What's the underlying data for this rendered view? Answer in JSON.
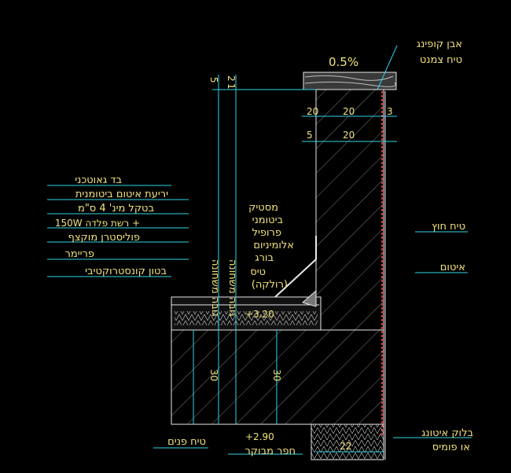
{
  "slope": "0.5%",
  "labels_top_right": [
    "אבן קופינג",
    "טיח צמנט"
  ],
  "labels_left": [
    "בד גאוטכני",
    "יריעת איטום ביטומנית",
    "בטקל מינ' 4 ס\"מ",
    "150W רשת פלדה +",
    "פוליסטרן מוקצף",
    "פריימר",
    "בטון קונסטרוקטיבי"
  ],
  "labels_flashing": [
    "מסטיק",
    "ביטומני",
    "פרופיל",
    "אלומיניום",
    "בורג",
    "טיס",
    "(רולקה)"
  ],
  "labels_right": [
    "טיח חוץ",
    "איטום"
  ],
  "labels_vertical": [
    "גובה משחונה",
    "גובה משחונה"
  ],
  "labels_bottom": [
    "טיח פנים",
    "חפר מבוקר",
    "בלוק איטונג",
    "או פומיס"
  ],
  "dims": {
    "top_left_a": "5",
    "top_left_b": "2",
    "top_left_c": "1",
    "wall_a": "20",
    "wall_b": "20",
    "wall_c": "3",
    "wall_d": "5",
    "wall_e": "20",
    "slab_a": "30",
    "slab_b": "30",
    "base": "22"
  },
  "levels": {
    "top": "+3.20",
    "bottom": "+2.90"
  }
}
